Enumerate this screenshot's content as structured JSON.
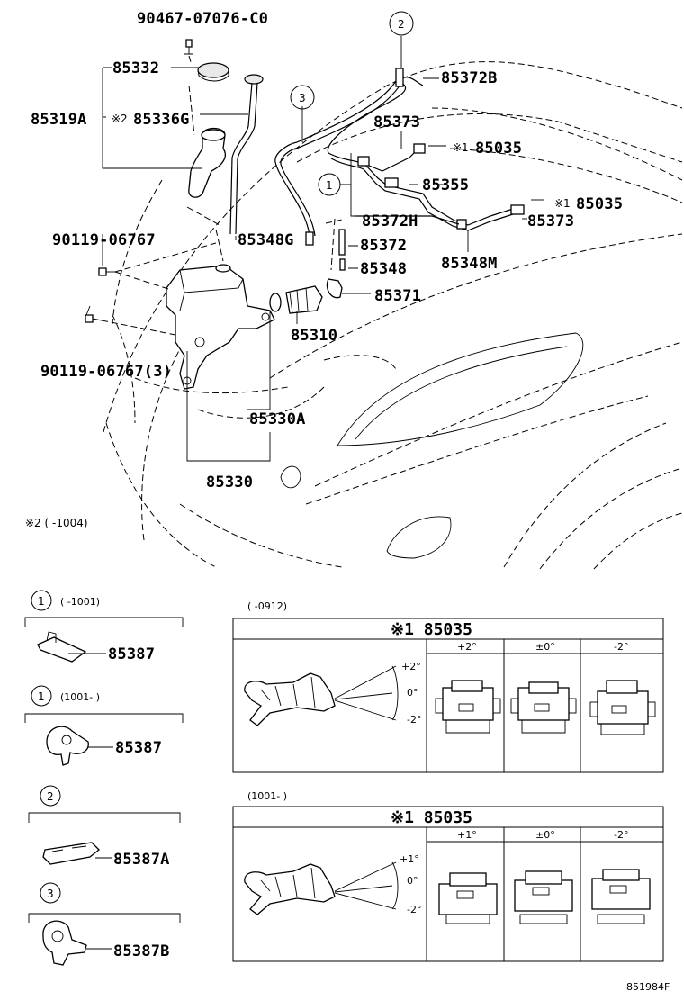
{
  "diagram": {
    "labels": {
      "p90467": "90467-07076-C0",
      "p85332": "85332",
      "p85319A": "85319A",
      "mark2_prefix": "※2",
      "p85336G": "85336G",
      "p90119a": "90119-06767",
      "p90119b": "90119-06767(3)",
      "p85348G": "85348G",
      "p85372": "85372",
      "p85348": "85348",
      "p85371": "85371",
      "p85310": "85310",
      "p85330A": "85330A",
      "p85330": "85330",
      "p85372B": "85372B",
      "p85373a": "85373",
      "mark1a": "※1",
      "p85035a": "85035",
      "p85355": "85355",
      "mark1b": "※1",
      "p85035b": "85035",
      "p85372H": "85372H",
      "p85373b": "85373",
      "p85348M": "85348M"
    },
    "callouts": {
      "c1": "1",
      "c2": "2",
      "c3": "3"
    },
    "note_mark2": "※2 (      -1004)"
  },
  "clips": [
    {
      "circle": "1",
      "range": "(      -1001)",
      "part": "85387"
    },
    {
      "circle": "1",
      "range": "(1001-      )",
      "part": "85387"
    },
    {
      "circle": "2",
      "range": "",
      "part": "85387A"
    },
    {
      "circle": "3",
      "range": "",
      "part": "85387B"
    }
  ],
  "nozzle_tables": [
    {
      "range": "(    -0912)",
      "title": "※1 85035",
      "columns": [
        "+2°",
        "±0°",
        "-2°"
      ],
      "angles": [
        "+2°",
        "0°",
        "-2°"
      ]
    },
    {
      "range": "(1001-      )",
      "title": "※1 85035",
      "columns": [
        "+1°",
        "±0°",
        "-2°"
      ],
      "angles": [
        "+1°",
        "0°",
        "-2°"
      ]
    }
  ],
  "figure_id": "851984F"
}
